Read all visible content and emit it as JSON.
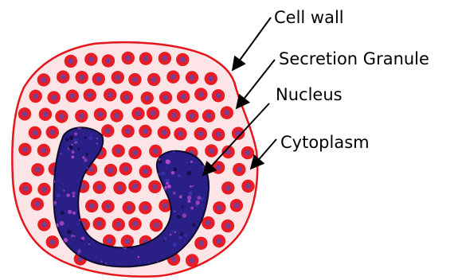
{
  "labels": {
    "cell_wall": "Cell wall",
    "secretion_granule": "Secretion Granule",
    "nucleus": "Nucleus",
    "cytoplasm": "Cytoplasm"
  },
  "colors": {
    "cytoplasm_fill": "#fde4e6",
    "cell_wall_stroke": "#e4161b",
    "granule_outer": "#e81c22",
    "granule_inner": "#7e3c8c",
    "nucleus_fill": "#2a1f86",
    "nucleus_speckle": "#b548c9",
    "nucleus_outline": "#0c0a2b",
    "arrow": "#000000"
  },
  "icons": {
    "granule": "granule-icon"
  }
}
